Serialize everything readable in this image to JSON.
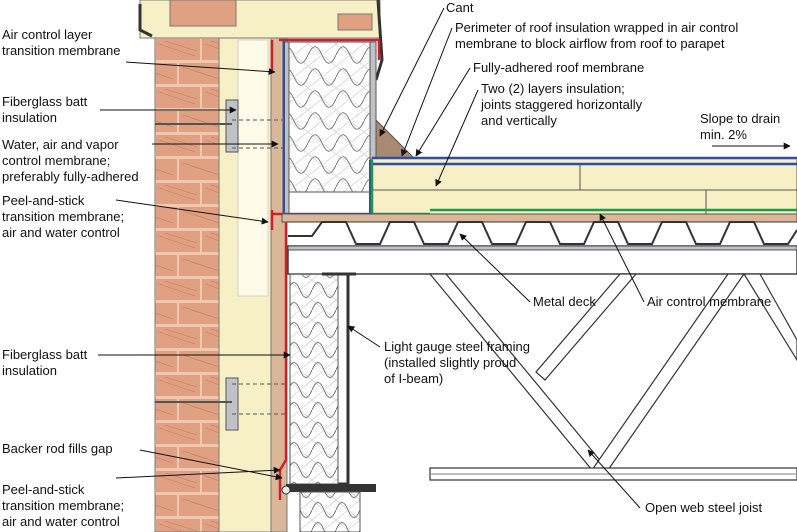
{
  "labels": {
    "air_control_transition": "Air control layer\ntransition membrane",
    "fiberglass_batt_upper": "Fiberglass batt\ninsulation",
    "water_air_vapor": "Water, air and vapor\ncontrol membrane;\npreferably fully-adhered",
    "peel_stick_upper": "Peel-and-stick\ntransition membrane;\nair and water control",
    "fiberglass_batt_lower": "Fiberglass batt\ninsulation",
    "backer_rod": "Backer rod fills gap",
    "peel_stick_lower": "Peel-and-stick\ntransition membrane;\nair and water control",
    "cant": "Cant",
    "perimeter_insulation": "Perimeter of roof insulation wrapped in air control\nmembrane to block airflow from roof to parapet",
    "fully_adhered": "Fully-adhered roof membrane",
    "two_layers": "Two (2) layers insulation;\njoints staggered horizontally\nand vertically",
    "slope": "Slope to drain\nmin. 2%",
    "metal_deck": "Metal deck",
    "air_control_membrane": "Air control membrane",
    "light_gauge": "Light gauge steel framing\n(installed slightly proud\nof I-beam)",
    "open_web_joist": "Open web steel joist"
  },
  "colors": {
    "brick": "#e0a183",
    "insulation": "#f7efc6",
    "air_barrier_red": "#d0202a",
    "roof_membrane_blue": "#2f4fa8",
    "green_membrane": "#1f9a4a",
    "steel_gray": "#bfc3c6",
    "sheathing": "#d9b89a"
  }
}
